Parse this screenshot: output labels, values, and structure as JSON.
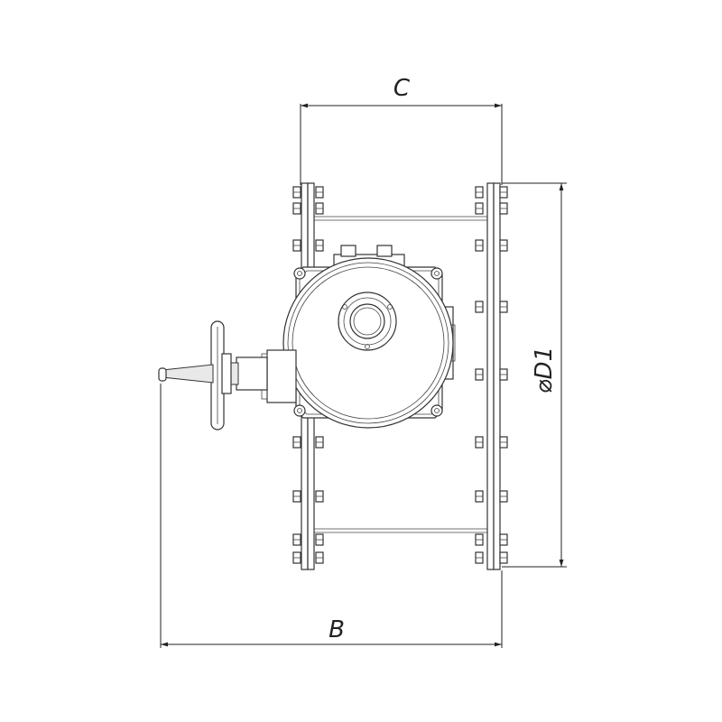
{
  "dimensions": {
    "c_label": "C",
    "b_label": "B",
    "d1_label": "⌀D1"
  },
  "colors": {
    "line": "#333333",
    "background": "#ffffff"
  }
}
